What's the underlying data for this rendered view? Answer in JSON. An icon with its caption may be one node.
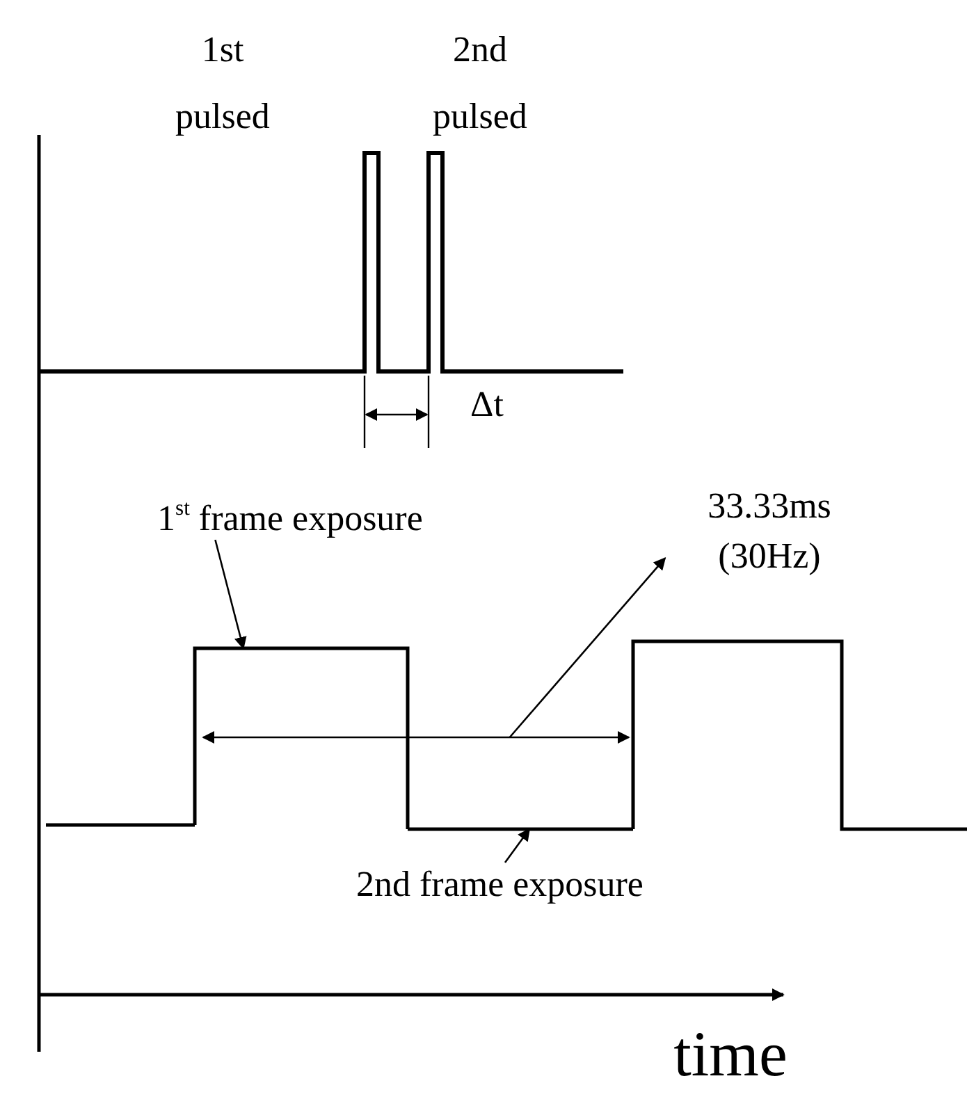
{
  "diagram": {
    "nodes": [
      {
        "text": [
          "1$^{st}$ frame exposure"
        ]
      },
      {
        "text": [
          "33.33ms (30Hz)"
        ]
      },
      {
        "text": [
          "2nd frame exposure"
        ]
      },
      {
        "text": [],
        "shape": "line"
      },
      {
        "text": [],
        "shape": "line"
      },
      {
        "text": [],
        "shape": "line"
      }
    ],
    "edges": [
      {
        "from": 0,
        "to": 3,
        "arrow": "to"
      },
      {
        "from": 4,
        "to": 1,
        "arrow": "to"
      },
      {
        "from": 2,
        "to": 5,
        "arrow": "to"
      }
    ],
    "labels": [
      "1st pulsed",
      "2nd pulsed",
      "Δt",
      "time"
    ]
  }
}
